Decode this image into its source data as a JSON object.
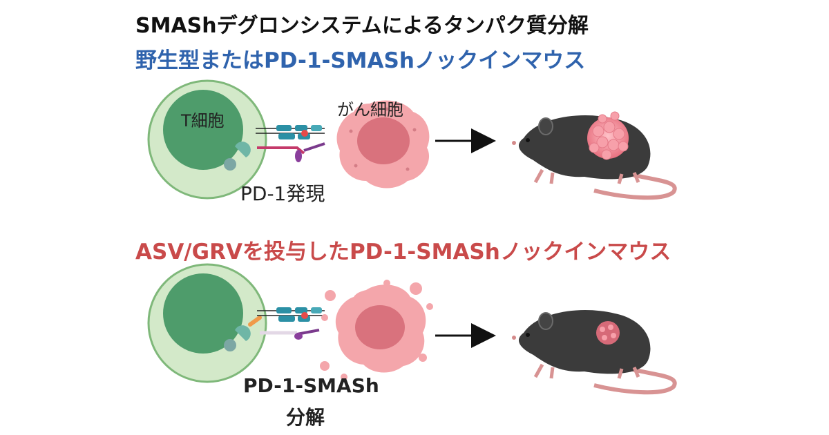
{
  "header": {
    "title": "SMAShデグロンシステムによるタンパク質分解"
  },
  "panel_top": {
    "title": "野生型またはPD-1-SMAShノックインマウス",
    "tcell_label": "T細胞",
    "cancer_label": "がん細胞",
    "expression_label": "PD-1発現"
  },
  "panel_bottom": {
    "title": "ASV/GRVを投与したPD-1-SMAShノックインマウス",
    "degradation_label_line1": "PD-1-SMASh",
    "degradation_label_line2": "分解"
  },
  "colors": {
    "wt_title": "#2f63ad",
    "treated_title": "#c94a4a",
    "tcell_outer": "#cfe6c6",
    "tcell_inner": "#4f9e6c",
    "cancer_cell": "#f2a3a8",
    "cancer_nucleus": "#d9707b",
    "receptor_teal": "#1f8fa0",
    "pd1_purple": "#7a3a8c",
    "mouse_body": "#3a3a3a"
  }
}
